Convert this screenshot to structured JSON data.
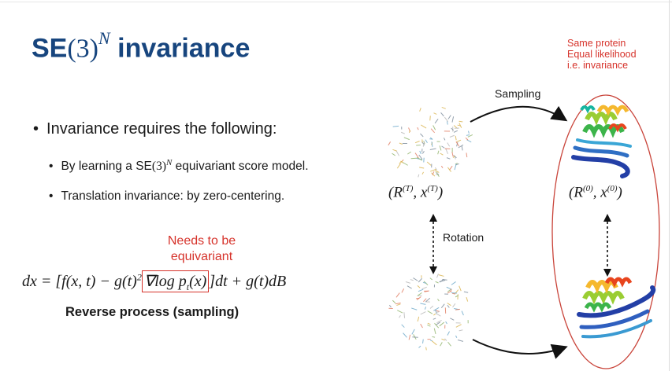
{
  "title": {
    "prefix": "SE",
    "group": "(3)",
    "exponent": "N",
    "suffix": " invariance"
  },
  "bullets": {
    "main": "Invariance requires the following:",
    "sub1_prefix": "By learning a SE",
    "sub1_group": "(3)",
    "sub1_exponent": "N",
    "sub1_suffix": " equivariant score model.",
    "sub2": "Translation invariance: by zero-centering."
  },
  "note": {
    "line1": "Needs to be",
    "line2": "equivariant"
  },
  "equation": {
    "left": "dx = [f(x, t) − g(t)",
    "sq": "2",
    "boxed": "∇log p",
    "boxed_sub": "t",
    "boxed_end": "(x)",
    "right": "]dt + g(t)dB"
  },
  "caption": "Reverse process (sampling)",
  "diagram": {
    "sampling_label": "Sampling",
    "rotation_label": "Rotation",
    "noisy_state": "(R(T), x(T))",
    "clean_state": "(R(0), x(0))",
    "invariance_note": [
      "Same protein",
      "Equal likelihood",
      "i.e. invariance"
    ]
  },
  "colors": {
    "title": "#17457e",
    "accent_red": "#d6322a"
  },
  "icons": [
    "noisy-point-cloud-icon",
    "protein-ribbon-icon",
    "arrow-icon"
  ]
}
